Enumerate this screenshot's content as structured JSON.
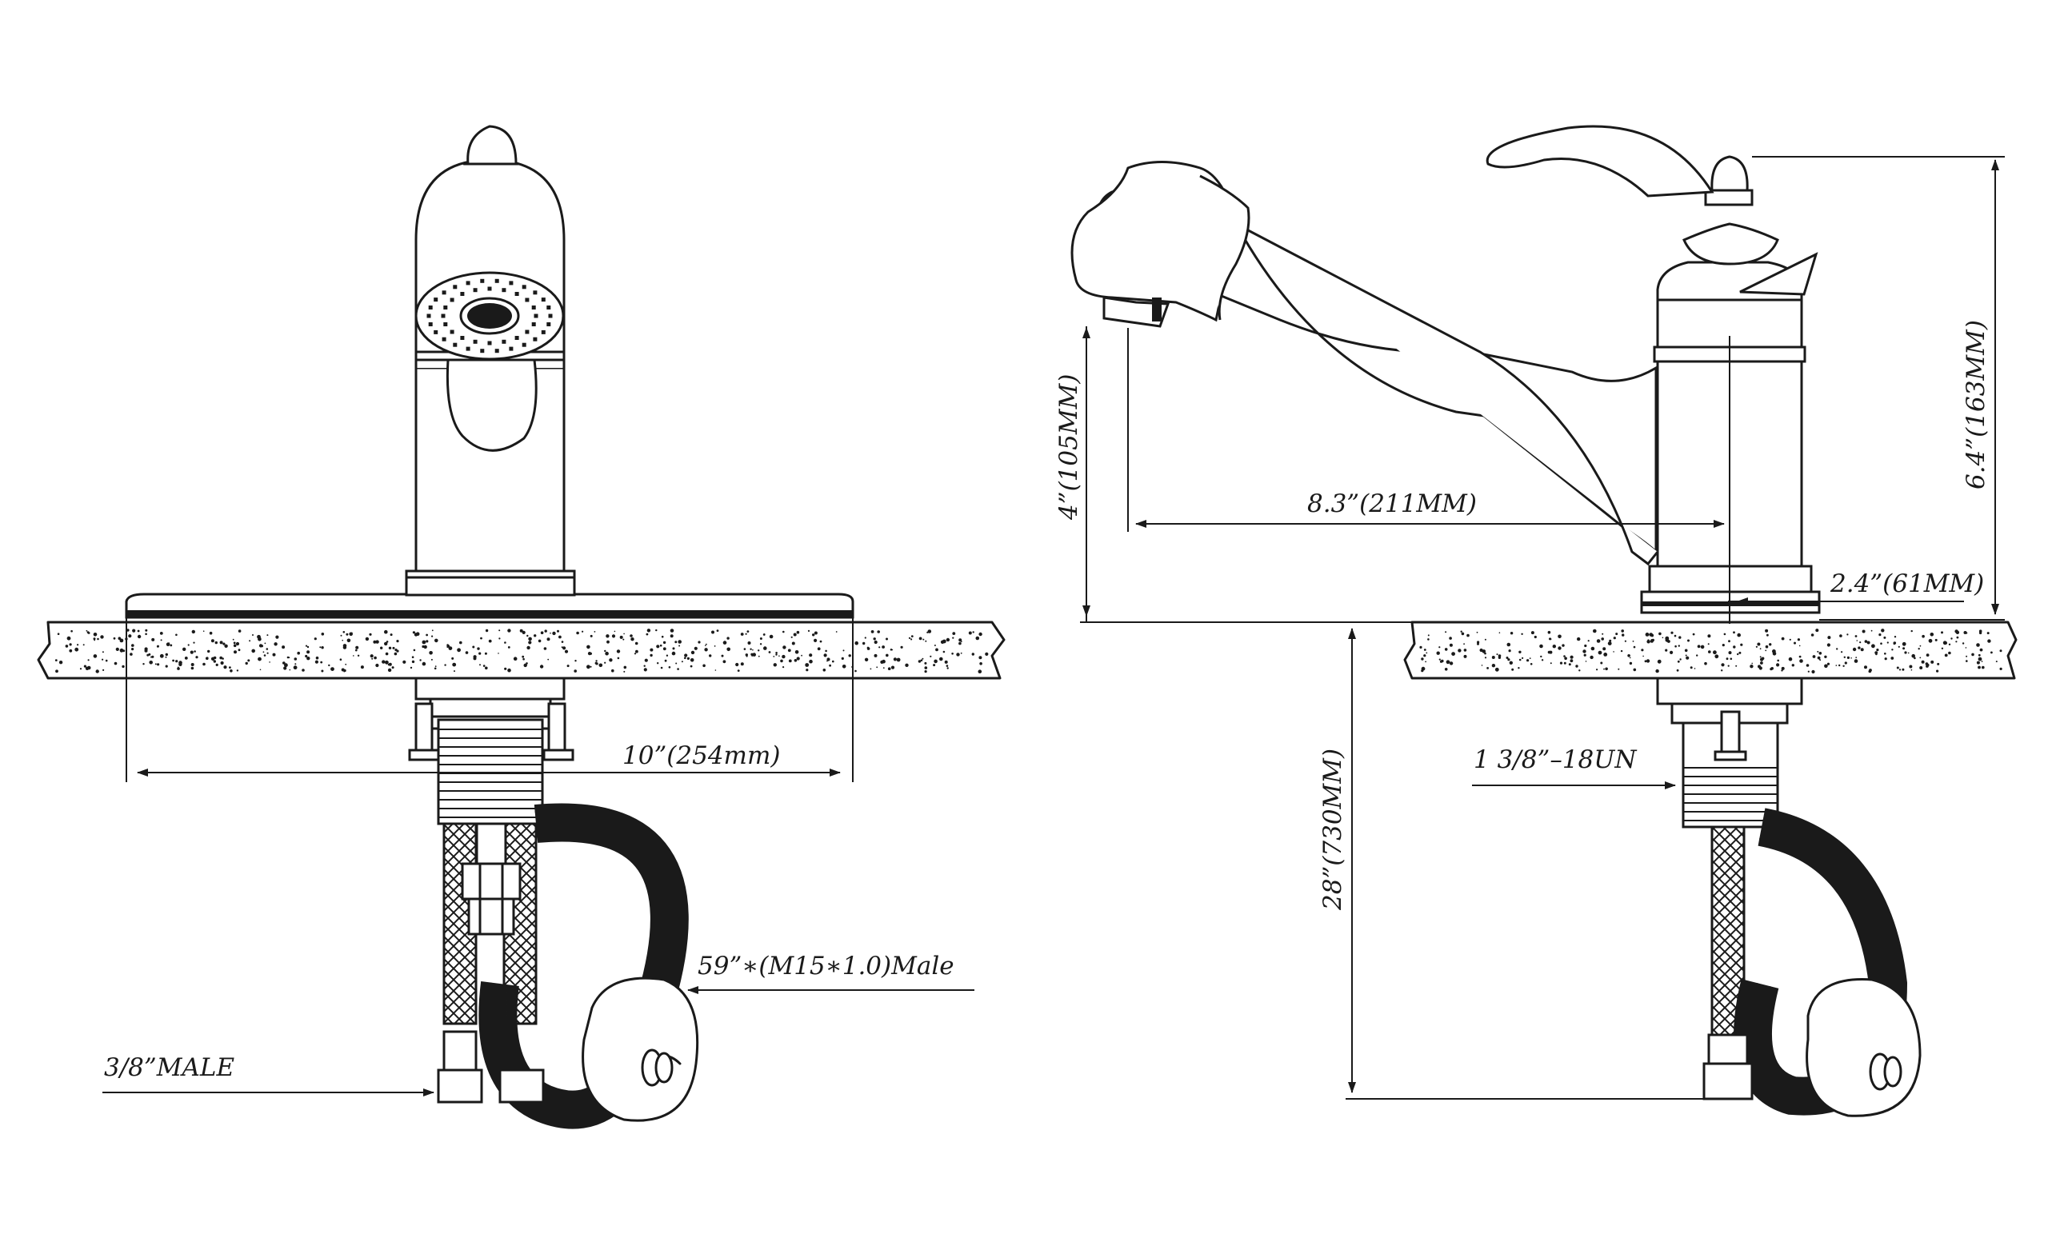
{
  "dimensions": {
    "deck_plate_width": "10”(254mm)",
    "hose_length": "59”∗(M15∗1.0)Male",
    "supply_inlet": "3/8”MALE",
    "spout_clearance": "4”(105MM)",
    "spout_reach": "8.3”(211MM)",
    "body_height": "6.4”(163MM)",
    "base_diameter": "2.4”(61MM)",
    "shank_thread": "1 3/8”–18UN",
    "hose_drop": "28”(730MM)"
  },
  "colors": {
    "line": "#1a1a1a",
    "background": "#ffffff"
  }
}
